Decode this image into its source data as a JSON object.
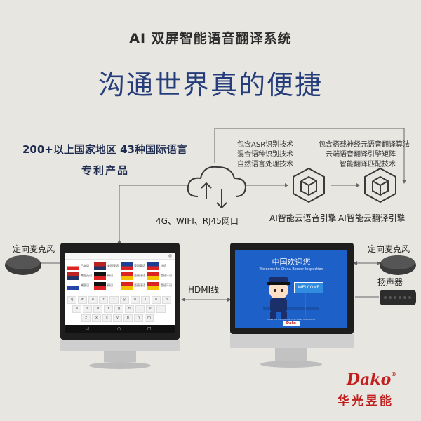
{
  "header": {
    "title": "AI 双屏智能语音翻译系统",
    "slogan": "沟通世界真的便捷"
  },
  "claims": {
    "line1": "200+以上国家地区 43种国际语言",
    "line2": "专利产品"
  },
  "features": {
    "cloud_list": [
      "包含ASR识别技术",
      "混合语种识别技术",
      "自然语言处理技术"
    ],
    "engine_list": [
      "包含搭载神经元语音翻译算法",
      "云端语音翻译引擎矩阵",
      "智能翻译匹配技术"
    ]
  },
  "labels": {
    "network": "4G、WIFI、RJ45网口",
    "speech_engine": "AI智能云语音引擎",
    "translate_engine": "AI智能云翻译引擎",
    "mic_left": "定向麦克风",
    "mic_right": "定向麦克风",
    "speaker": "扬声器",
    "hdmi": "HDMI线"
  },
  "pc_screen": {
    "welcome_cn": "中国欢迎您",
    "welcome_en": "Welcome to China Border Inspection",
    "sign": "WELCOME",
    "footer": "Close the microphone to increase the volume"
  },
  "tablet_screen": {
    "languages": [
      {
        "code": "jp",
        "name": "日本语"
      },
      {
        "code": "us",
        "name": "美国英语"
      },
      {
        "code": "uk",
        "name": "英国英语"
      },
      {
        "code": "fr",
        "name": "法语"
      },
      {
        "code": "us2",
        "name": "美国英语"
      },
      {
        "code": "de",
        "name": "德语"
      },
      {
        "code": "es",
        "name": "西班牙语"
      },
      {
        "code": "es2",
        "name": "西班牙语"
      },
      {
        "code": "kr",
        "name": "韩国语"
      },
      {
        "code": "de2",
        "name": "德语"
      },
      {
        "code": "es3",
        "name": "西班牙语"
      },
      {
        "code": "es4",
        "name": "西班牙语"
      }
    ],
    "keys": [
      "q",
      "w",
      "e",
      "r",
      "t",
      "y",
      "u",
      "i",
      "o",
      "p",
      "a",
      "s",
      "d",
      "f",
      "g",
      "h",
      "j",
      "k",
      "l",
      "z",
      "x",
      "c",
      "v",
      "b",
      "n",
      "m"
    ]
  },
  "brand": {
    "name": "Dako",
    "registered": "®",
    "name_cn": "华光昱能"
  },
  "colors": {
    "background": "#e7e6e1",
    "accent_blue": "#253d7a",
    "pc_screen": "#1d61c8",
    "brand_red": "#c21f1f"
  }
}
